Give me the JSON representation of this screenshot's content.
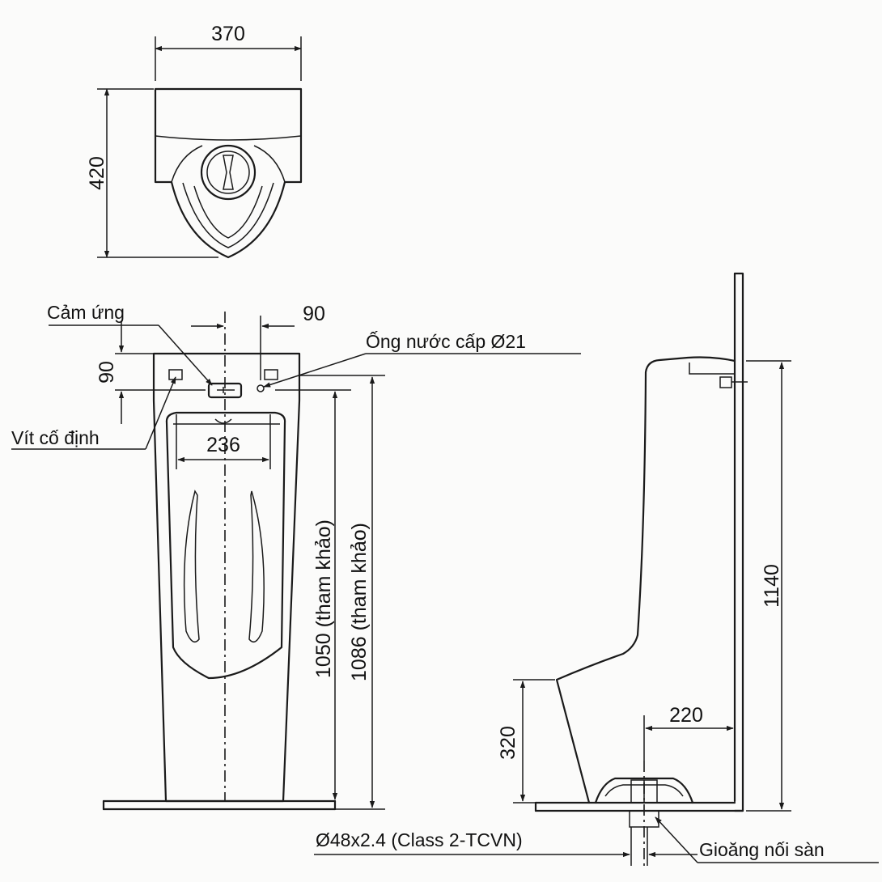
{
  "dimensions": {
    "top_width": "370",
    "top_depth": "420",
    "sensor_offset": "90",
    "sensor_height": "90",
    "bowl_width": "236",
    "height_1050": "1050 (tham khảo)",
    "height_1086": "1086 (tham khảo)",
    "side_height": "1140",
    "side_inlet_height": "320",
    "side_outlet_offset": "220"
  },
  "labels": {
    "sensor": "Cảm ứng",
    "fixing_screw": "Vít cố định",
    "supply_pipe": "Ống nước cấp Ø21",
    "drain_pipe": "Ø48x2.4 (Class 2-TCVN)",
    "floor_gasket": "Gioăng nối sàn"
  }
}
